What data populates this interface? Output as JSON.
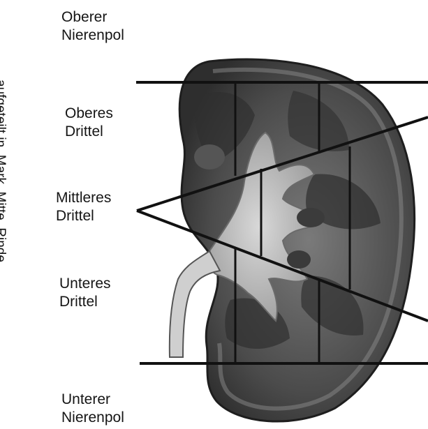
{
  "labels": {
    "oberer_pol": [
      "Oberer",
      "Nierenpol"
    ],
    "oberes_drittel": [
      "Oberes",
      "Drittel"
    ],
    "mittleres_drittel": [
      "Mittleres",
      "Drittel"
    ],
    "unteres_drittel": [
      "Unteres",
      "Drittel"
    ],
    "unterer_pol": [
      "Unterer",
      "Nierenpol"
    ],
    "side_note": "aufgeteilt in  Mark, Mitte, Rinde"
  },
  "colors": {
    "kidney_dark": "#3a3a3a",
    "kidney_mid": "#6b6b6b",
    "pelvis_light": "#bdbdbd",
    "lines": "#111111"
  }
}
